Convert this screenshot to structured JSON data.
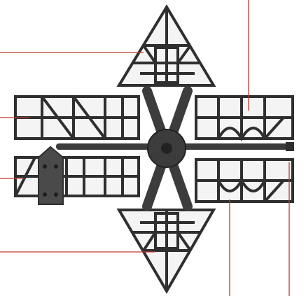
{
  "diagram": {
    "callout_count": 7,
    "colors": {
      "background": "#ffffff",
      "frame_line": "#2f2f2f",
      "frame_fill": "#b8b8b8",
      "hub": "#3c3c3c",
      "callout_line": "#c0392b"
    },
    "parts": [
      "top-triangle-panel",
      "bottom-triangle-panel",
      "upper-left-panel",
      "lower-left-panel",
      "upper-right-panel",
      "lower-right-panel",
      "central-hub",
      "cross-arms",
      "horizontal-rod",
      "hinge-bracket"
    ]
  }
}
